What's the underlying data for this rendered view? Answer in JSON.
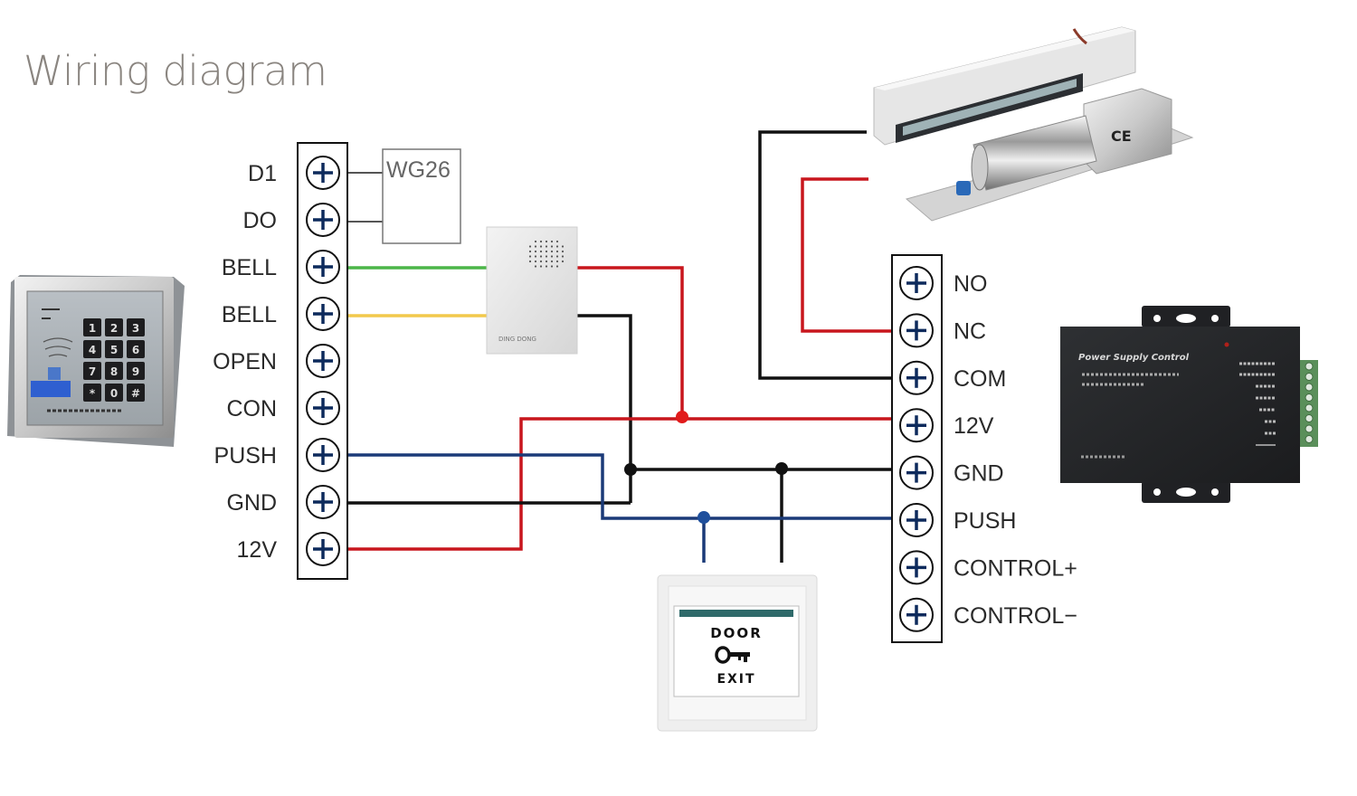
{
  "title": "Wiring diagram",
  "left_terminal_block": {
    "terminals": [
      "D1",
      "DO",
      "BELL",
      "BELL",
      "OPEN",
      "CON",
      "PUSH",
      "GND",
      "12V"
    ]
  },
  "right_terminal_block": {
    "terminals": [
      "NO",
      "NC",
      "COM",
      "12V",
      "GND",
      "PUSH",
      "CONTROL+",
      "CONTROL−"
    ]
  },
  "wiegand_box": {
    "label": "WG26"
  },
  "keypad": {
    "keys": [
      "1",
      "2",
      "3",
      "4",
      "5",
      "6",
      "7",
      "8",
      "9",
      "*",
      "0",
      "#"
    ]
  },
  "doorbell": {
    "label": "DING DONG"
  },
  "exit_button": {
    "top_text": "DOOR",
    "bottom_text": "EXIT"
  },
  "power_supply": {
    "title": "Power Supply Control"
  },
  "lock": {
    "mark": "CE"
  },
  "wire_colors": {
    "red": "#c8161d",
    "black": "#111111",
    "blue": "#1b3a78",
    "green": "#4cb648",
    "yellow": "#f2c94c",
    "gray": "#555555",
    "junction_red": "#e11b1b",
    "junction_blue": "#1f4f9c"
  }
}
